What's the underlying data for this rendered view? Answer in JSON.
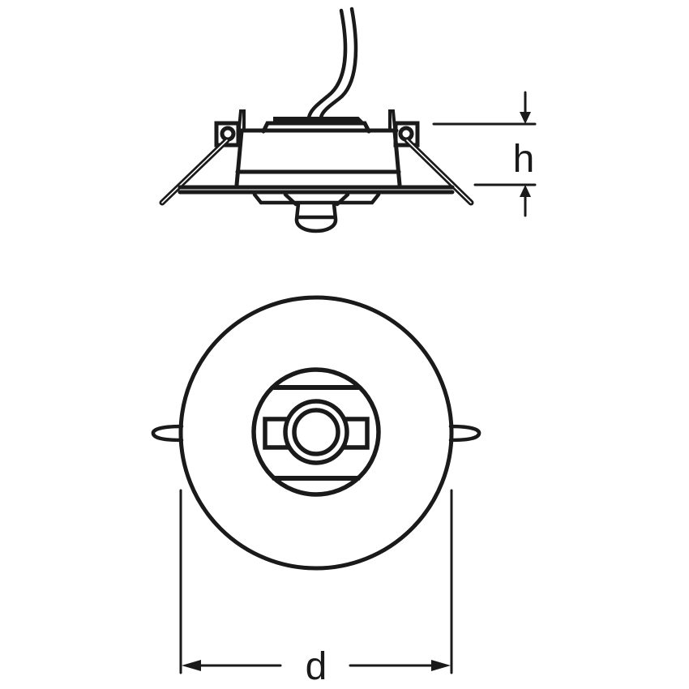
{
  "diagram": {
    "type": "technical-dimension-drawing",
    "subject": "recessed ceiling downlight with adjustable lens and spring clips",
    "views": [
      {
        "name": "side-view",
        "description": "side elevation with cable, housing, spring clips and lens"
      },
      {
        "name": "top-view",
        "description": "plan view of round trim ring with central lens module and side spring tabs"
      }
    ],
    "dimensions": {
      "height_label": "h",
      "diameter_label": "d"
    },
    "colors": {
      "stroke": "#1a1a1a",
      "background": "#ffffff"
    }
  }
}
